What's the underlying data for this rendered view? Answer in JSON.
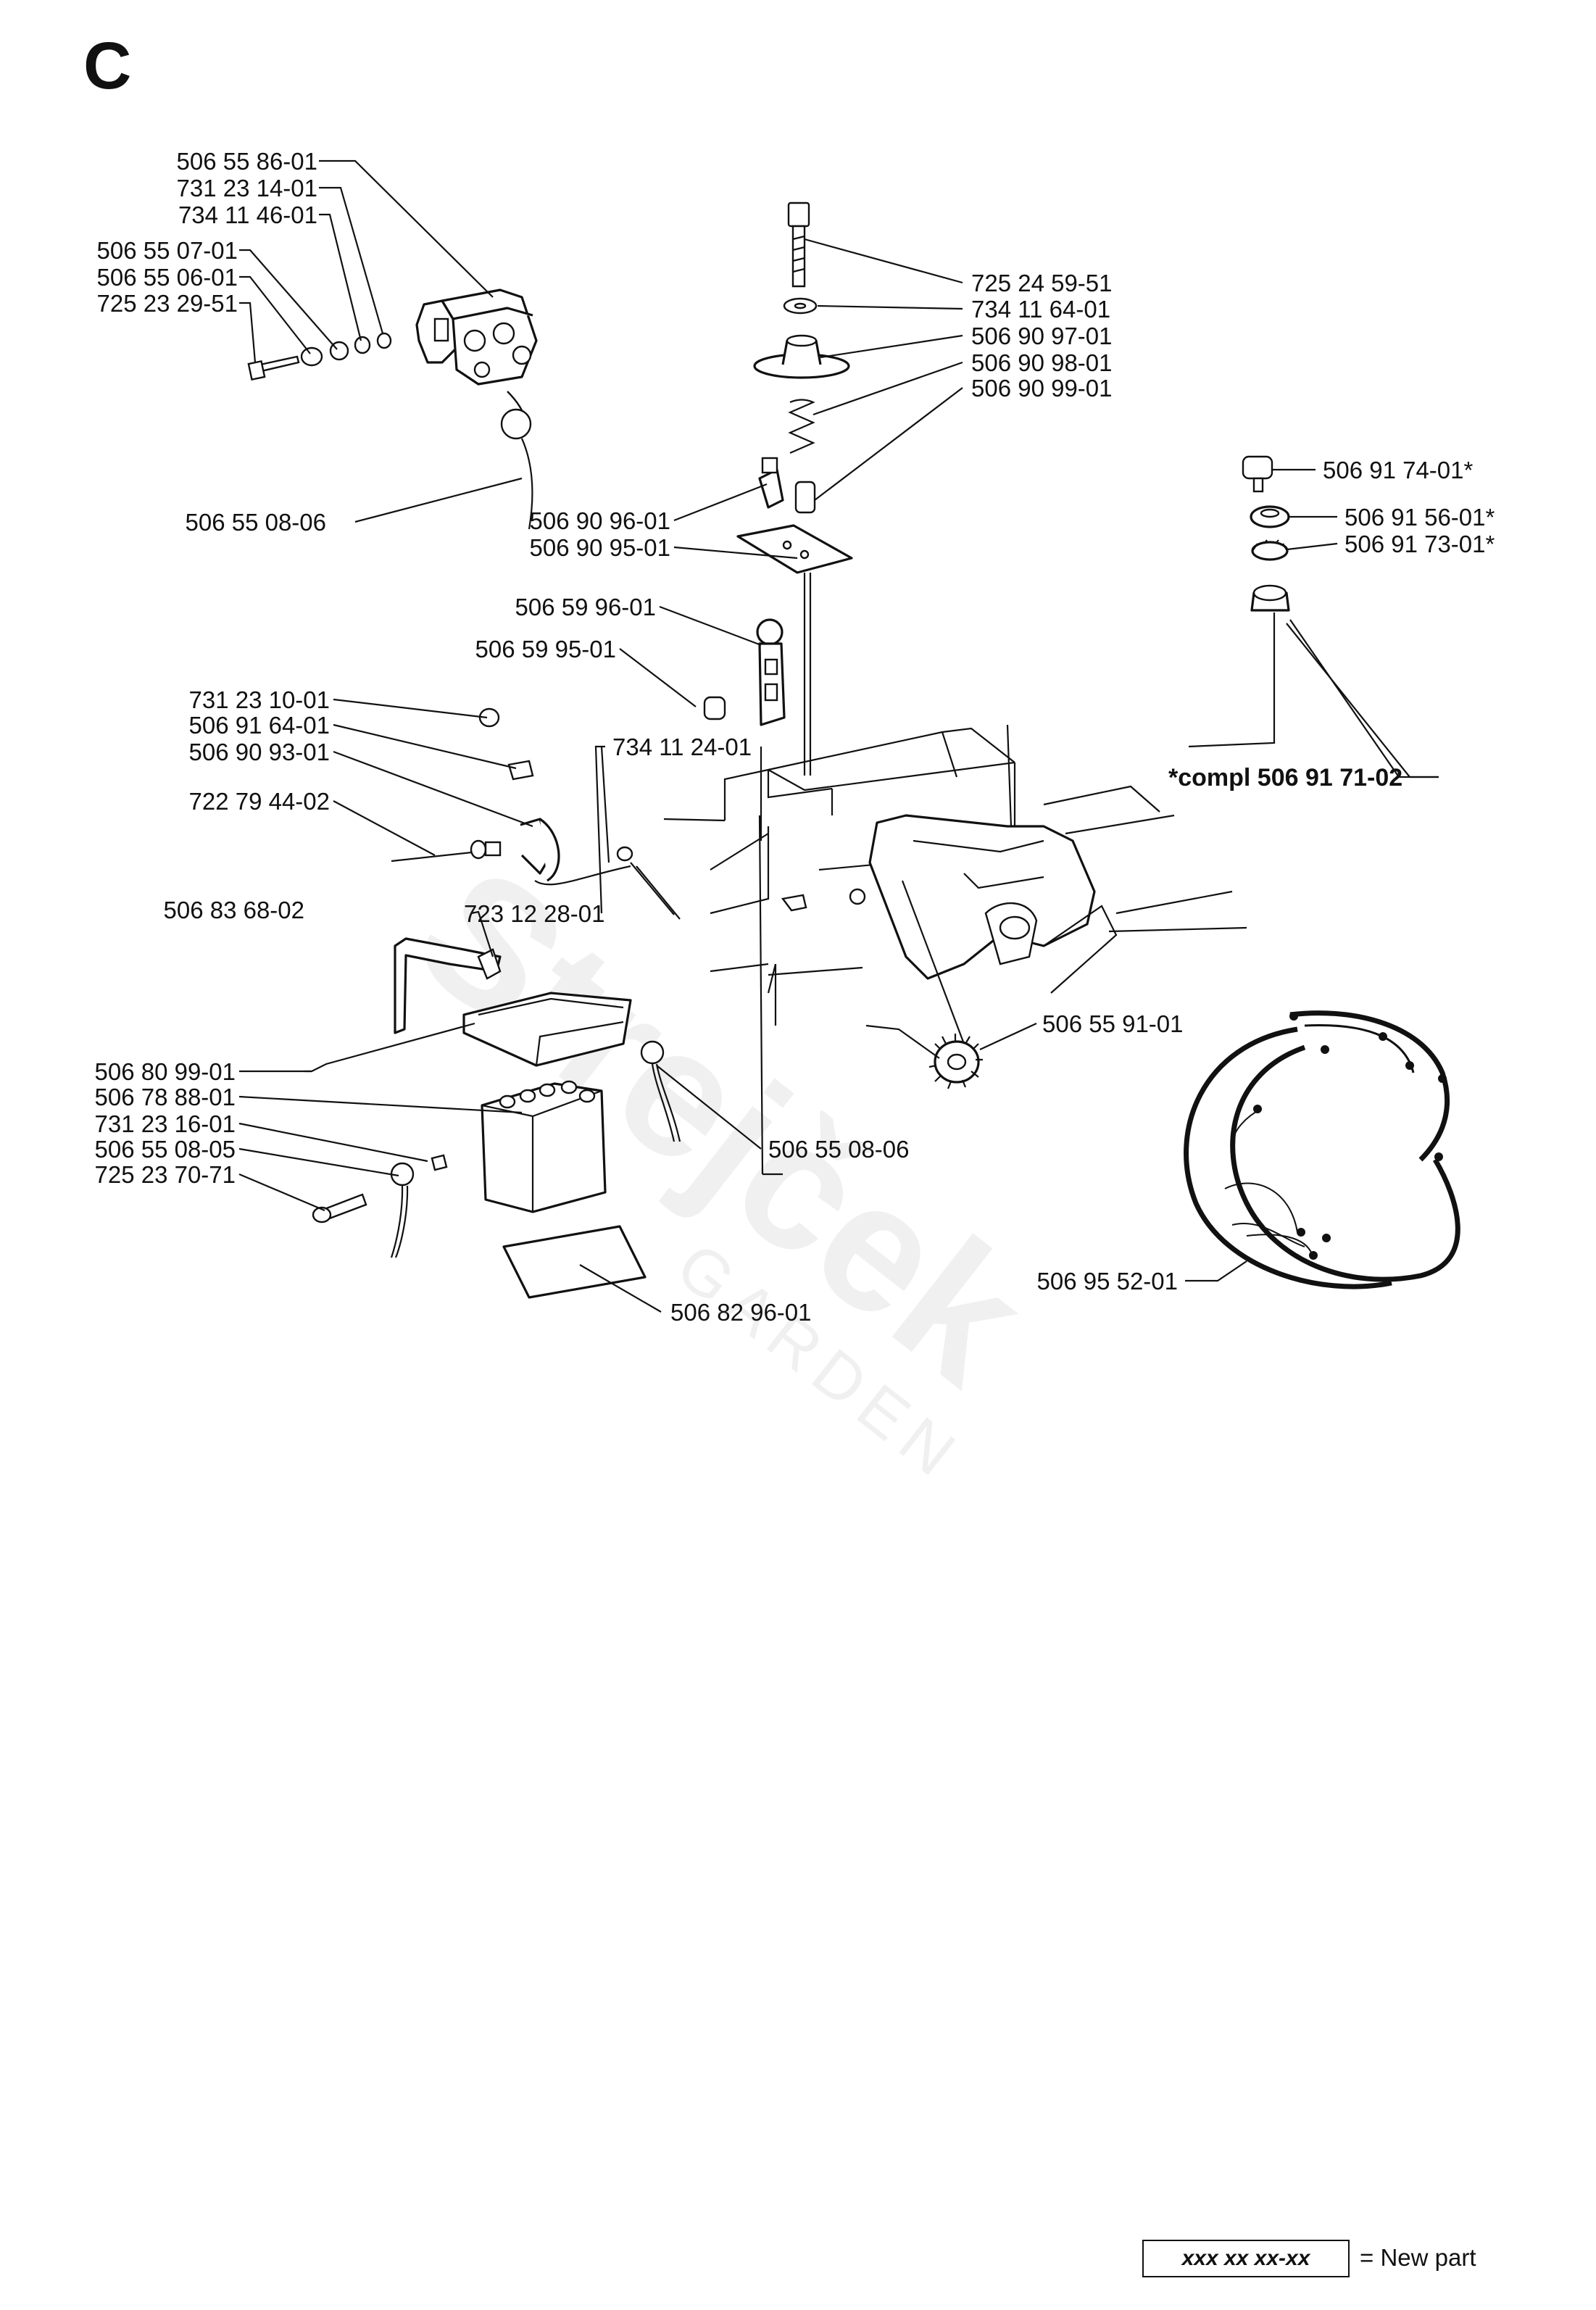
{
  "section_letter": "C",
  "watermark": {
    "brand": "Strejček",
    "sub": "GARDEN"
  },
  "legend": {
    "sample": "xxx xx xx-xx",
    "text": "= New part"
  },
  "labels": [
    "506 55 86-01",
    "731 23 14-01",
    "734 11 46-01",
    "506 55 07-01",
    "506 55 06-01",
    "725 23 29-51",
    "506 55 08-06",
    "725 24 59-51",
    "734 11 64-01",
    "506 90 97-01",
    "506 90 98-01",
    "506 90 99-01",
    "506 91 74-01*",
    "506 91 56-01*",
    "506 91 73-01*",
    "506 90 96-01",
    "506 90 95-01",
    "506 59 96-01",
    "506 59 95-01",
    "731 23 10-01",
    "506 91 64-01",
    "506 90 93-01",
    "734 11 24-01",
    "*compl 506 91 71-02",
    "722 79 44-02",
    "723 12 28-01",
    "506 83 68-02",
    "506 55 91-01",
    "506 80 99-01",
    "506 78 88-01",
    "731 23 16-01",
    "506 55 08-05",
    "725 23 70-71",
    "506 55 08-06",
    "506 95 52-01",
    "506 82 96-01"
  ]
}
